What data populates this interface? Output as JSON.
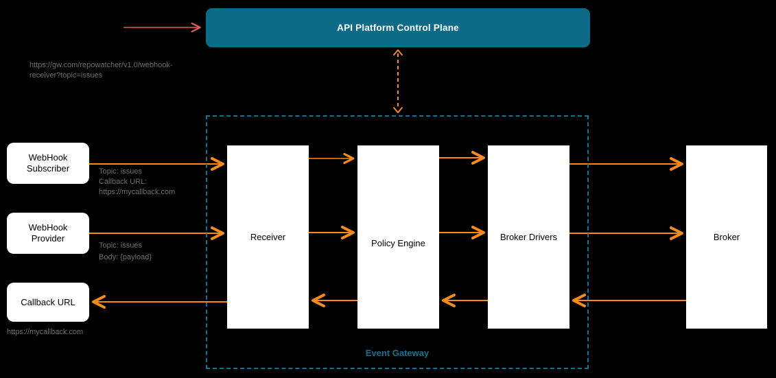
{
  "colors": {
    "teal": "#0d6b88",
    "teal-dashed": "#17718f",
    "orange": "#f78b1e",
    "red": "#e05c5c",
    "grey": "#6f6f6f",
    "box-white": "#ffffff",
    "background": "#000000",
    "label-dark": "#000000",
    "title-white": "#ffffff"
  },
  "control_plane": {
    "title": "API Platform Control Plane"
  },
  "subscriber_endpoint_url": "https://gw.com/repowatcher/v1.0/webhook-receiver?topic=issues",
  "actors": {
    "subscriber": {
      "label": "WebHook Subscriber",
      "annotation_lines": [
        "Topic: issues",
        "Callback URL:",
        "https://mycallback.com"
      ]
    },
    "provider": {
      "label": "WebHook Provider",
      "annotation_lines": [
        "Topic: issues",
        "Body: {payload}"
      ]
    },
    "callback": {
      "label": "Callback URL",
      "annotation": "https://mycallback.com"
    }
  },
  "event_gateway": {
    "label": "Event Gateway",
    "components": [
      {
        "label": "Receiver"
      },
      {
        "label": "Policy Engine"
      },
      {
        "label": "Broker Drivers"
      }
    ]
  },
  "broker": {
    "label": "Broker"
  }
}
